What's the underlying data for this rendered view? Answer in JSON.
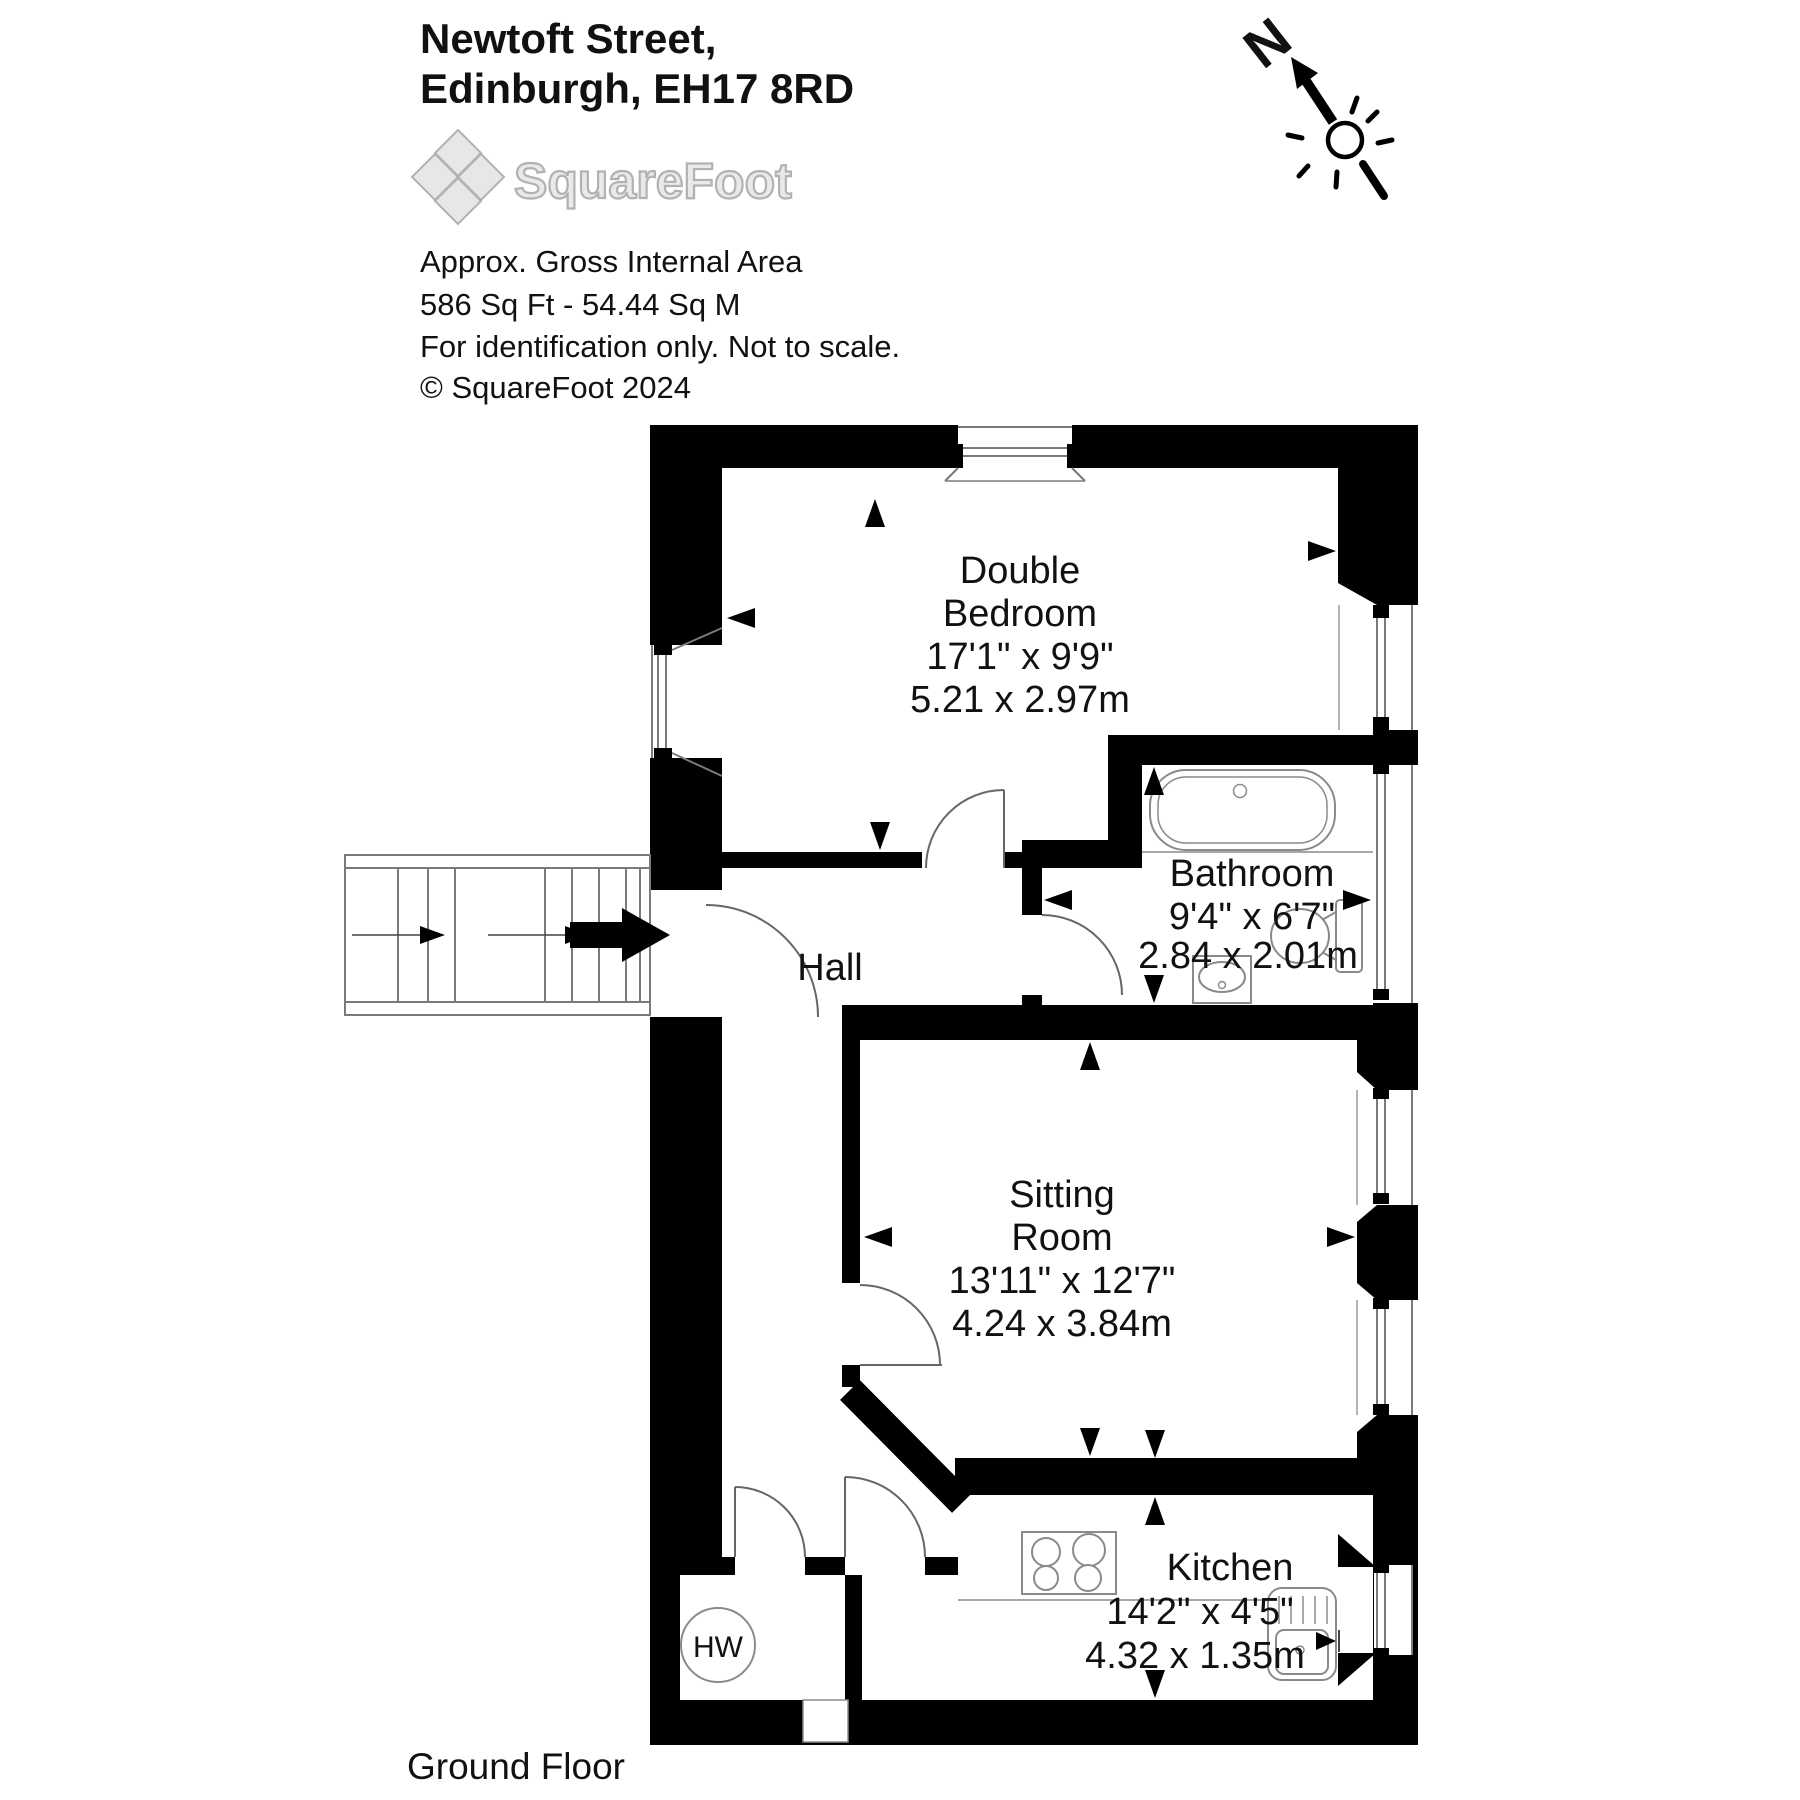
{
  "header": {
    "address_line1": "Newtoft Street,",
    "address_line2": "Edinburgh, EH17 8RD",
    "brand": "SquareFoot",
    "area_label": "Approx. Gross Internal Area",
    "area_value": "586 Sq Ft  -  54.44 Sq M",
    "disclaimer": "For identification only. Not to scale.",
    "copyright": "© SquareFoot 2024"
  },
  "compass": {
    "north_label": "N"
  },
  "floor_label": "Ground Floor",
  "rooms": {
    "bedroom": {
      "name_line1": "Double",
      "name_line2": "Bedroom",
      "imperial": "17'1\" x 9'9\"",
      "metric": "5.21 x 2.97m"
    },
    "bathroom": {
      "name": "Bathroom",
      "imperial": "9'4\" x 6'7\"",
      "metric": "2.84 x 2.01m"
    },
    "sitting": {
      "name_line1": "Sitting",
      "name_line2": "Room",
      "imperial": "13'11\" x 12'7\"",
      "metric": "4.24 x 3.84m"
    },
    "kitchen": {
      "name": "Kitchen",
      "imperial": "14'2\" x 4'5\"",
      "metric": "4.32 x 1.35m"
    },
    "hall": {
      "name": "Hall"
    },
    "hot_water": {
      "label": "HW"
    }
  },
  "colors": {
    "wall": "#000000",
    "thin_line": "#7a7a7a",
    "fixture_line": "#8a8a8a",
    "text": "#111111",
    "logo_fill": "#e7e7e7",
    "logo_stroke": "#b2b2b2"
  }
}
